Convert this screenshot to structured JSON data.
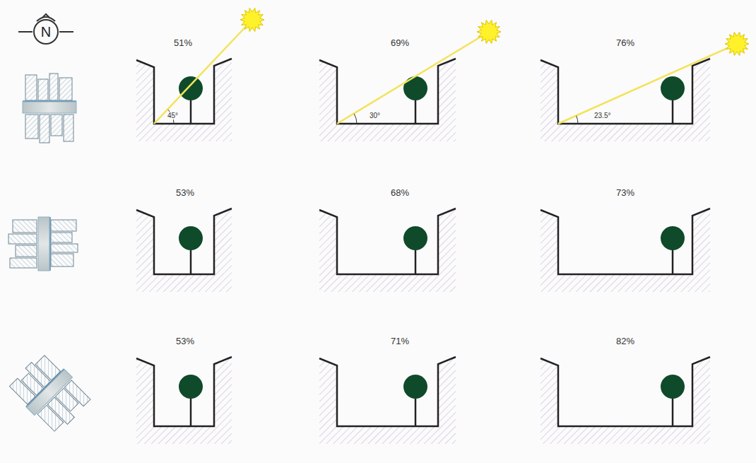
{
  "diagram": {
    "nodes": [
      {
        "text": [
          "N"
        ]
      }
    ],
    "labels": [
      "51%",
      "69%",
      "76%",
      "45°",
      "30°",
      "23.5°",
      "53%",
      "68%",
      "73%",
      "53%",
      "71%",
      "82%"
    ]
  }
}
